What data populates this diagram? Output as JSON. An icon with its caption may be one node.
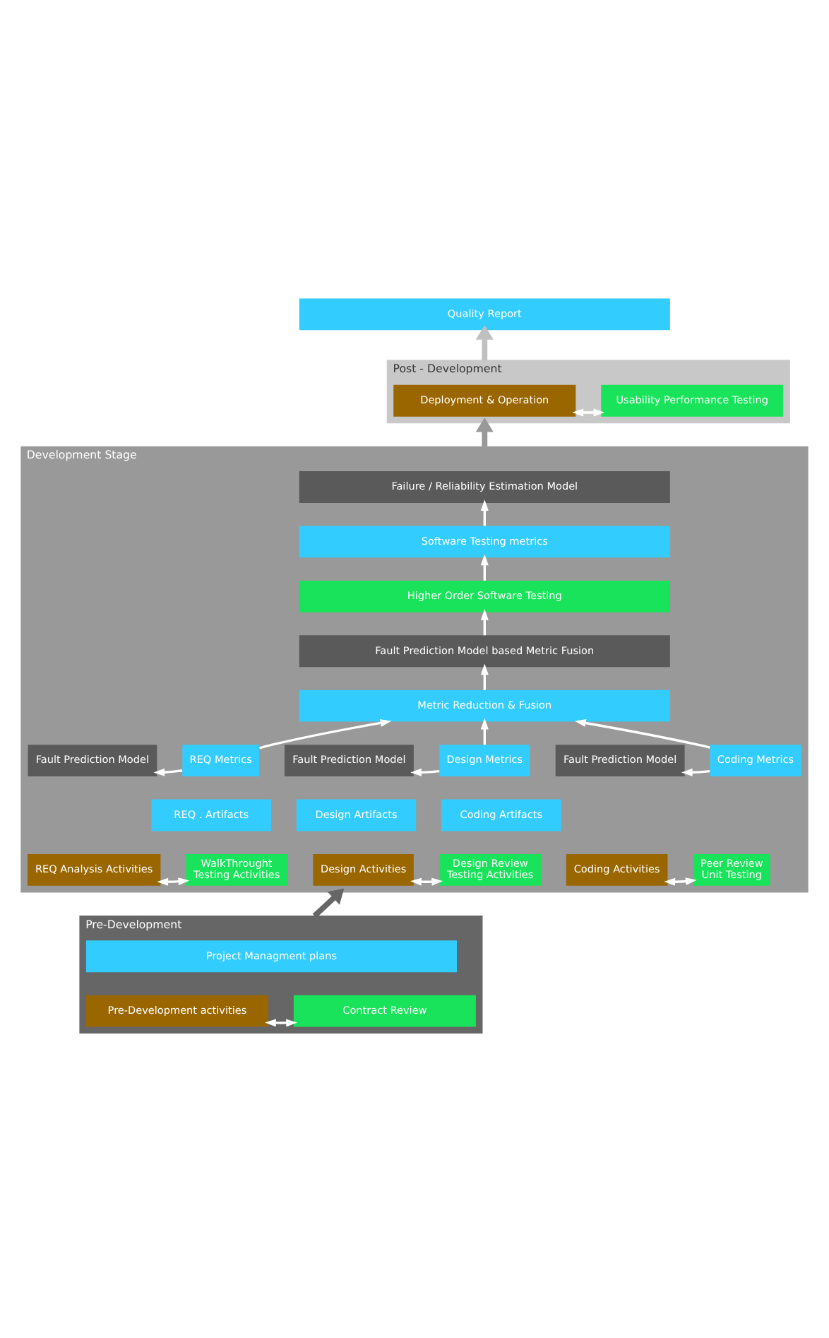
{
  "diagram": {
    "nodes": [
      {
        "text": [
          "Quality Report"
        ]
      },
      {
        "text": [
          "Post - Development"
        ]
      },
      {
        "text": [
          "Deployment & Operation"
        ],
        "in": 1
      },
      {
        "text": [
          "Usability Performance Testing"
        ],
        "in": 1
      },
      {
        "text": [
          "Development Stage"
        ]
      },
      {
        "text": [
          "Failure / Reliability Estimation Model"
        ],
        "in": 4
      },
      {
        "text": [
          "Software Testing metrics"
        ],
        "in": 4
      },
      {
        "text": [
          "Higher Order Software Testing"
        ],
        "in": 4
      },
      {
        "text": [
          "Fault Prediction Model based Metric Fusion"
        ],
        "in": 4
      },
      {
        "text": [
          "Metric Reduction & Fusion"
        ],
        "in": 4
      },
      {
        "text": [
          "Fault Prediction Model"
        ],
        "in": 4
      },
      {
        "text": [
          "REQ Metrics"
        ],
        "in": 4
      },
      {
        "text": [
          "Fault Prediction Model"
        ],
        "in": 4
      },
      {
        "text": [
          "Design Metrics"
        ],
        "in": 4
      },
      {
        "text": [
          "Fault Prediction Model"
        ],
        "in": 4
      },
      {
        "text": [
          "Coding Metrics"
        ],
        "in": 4
      },
      {
        "text": [
          "REQ . Artifacts"
        ],
        "in": 4
      },
      {
        "text": [
          "Design Artifacts"
        ],
        "in": 4
      },
      {
        "text": [
          "Coding Artifacts"
        ],
        "in": 4
      },
      {
        "text": [
          "REQ Analysis Activities"
        ],
        "in": 4
      },
      {
        "text": [
          "WalkThrought",
          "Testing Activities"
        ],
        "in": 4
      },
      {
        "text": [
          "Design Activities"
        ],
        "in": 4
      },
      {
        "text": [
          "Design Review",
          "Testing Activities"
        ],
        "in": 4
      },
      {
        "text": [
          "Coding Activities"
        ],
        "in": 4
      },
      {
        "text": [
          "Peer Review",
          "Unit Testing"
        ],
        "in": 4
      },
      {
        "text": [
          "Pre-Development"
        ]
      },
      {
        "text": [
          "Project Managment plans"
        ],
        "in": 25
      },
      {
        "text": [
          "Pre-Development activities"
        ],
        "in": 25
      },
      {
        "text": [
          "Contract Review"
        ],
        "in": 25
      }
    ],
    "edges": [
      {
        "from": 1,
        "to": 0,
        "arrow": "to",
        "style": "thick",
        "color": "#c0c0c0"
      },
      {
        "from": 2,
        "to": 3,
        "arrow": "both"
      },
      {
        "from": 4,
        "to": 1,
        "arrow": "to",
        "style": "thick",
        "color": "#999999"
      },
      {
        "from": 6,
        "to": 5,
        "arrow": "to"
      },
      {
        "from": 7,
        "to": 6,
        "arrow": "to"
      },
      {
        "from": 8,
        "to": 7,
        "arrow": "to"
      },
      {
        "from": 9,
        "to": 8,
        "arrow": "to"
      },
      {
        "from": 11,
        "to": 9,
        "arrow": "to"
      },
      {
        "from": 13,
        "to": 9,
        "arrow": "to"
      },
      {
        "from": 15,
        "to": 9,
        "arrow": "to"
      },
      {
        "from": 11,
        "to": 10,
        "arrow": "to"
      },
      {
        "from": 13,
        "to": 12,
        "arrow": "to"
      },
      {
        "from": 15,
        "to": 14,
        "arrow": "to"
      },
      {
        "from": 19,
        "to": 20,
        "arrow": "both"
      },
      {
        "from": 21,
        "to": 22,
        "arrow": "both"
      },
      {
        "from": 23,
        "to": 24,
        "arrow": "both"
      },
      {
        "from": 25,
        "to": 4,
        "arrow": "to",
        "style": "thick",
        "color": "#666666"
      },
      {
        "from": 27,
        "to": 28,
        "arrow": "both"
      }
    ]
  }
}
